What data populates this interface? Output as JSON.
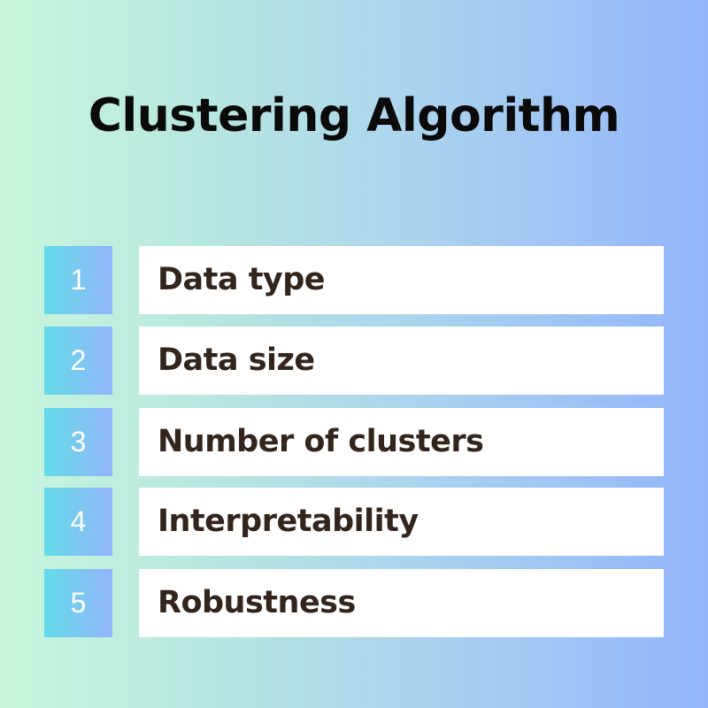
{
  "title": "Clustering Algorithm",
  "colors": {
    "background_left": "#c9f6dc",
    "background_right": "#93b4fb",
    "number_box_left": "#63dbe9",
    "number_box_right": "#93b5fb",
    "label_box": "#ffffff",
    "label_text": "#33251c",
    "title_text": "#0a0a0a"
  },
  "items": [
    {
      "number": "1",
      "label": "Data type"
    },
    {
      "number": "2",
      "label": "Data size"
    },
    {
      "number": "3",
      "label": "Number of clusters"
    },
    {
      "number": "4",
      "label": "Interpretability"
    },
    {
      "number": "5",
      "label": "Robustness"
    }
  ]
}
